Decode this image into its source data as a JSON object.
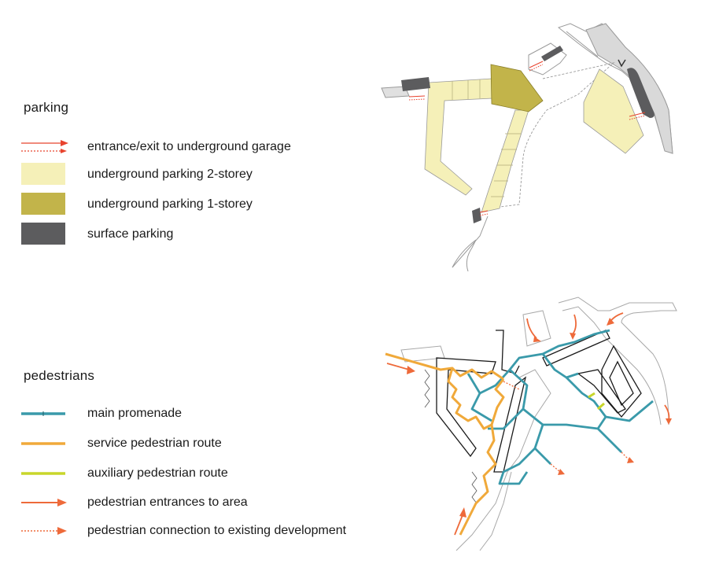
{
  "colors": {
    "arrow_red": "#e8432e",
    "ug_parking_2": "#f5f0b8",
    "ug_parking_1": "#c2b44a",
    "surface_parking": "#5c5c5e",
    "promenade": "#3a9aaa",
    "service_route": "#f0a93a",
    "auxiliary_route": "#c8d62a",
    "ped_entrance": "#ee6a3a",
    "plan_outline": "#9a9a9a"
  },
  "parking_legend": {
    "title": "parking",
    "items": [
      {
        "label": "entrance/exit to underground garage",
        "icon": "red-arrow-pair-icon"
      },
      {
        "label": "underground parking 2-storey",
        "icon": "pale-yellow-swatch"
      },
      {
        "label": "underground parking 1-storey",
        "icon": "olive-swatch"
      },
      {
        "label": "surface parking",
        "icon": "dark-grey-swatch"
      }
    ]
  },
  "pedestrian_legend": {
    "title": "pedestrians",
    "items": [
      {
        "label": "main promenade",
        "icon": "teal-line-icon"
      },
      {
        "label": "service pedestrian route",
        "icon": "orange-line-icon"
      },
      {
        "label": "auxiliary pedestrian route",
        "icon": "lime-line-icon"
      },
      {
        "label": "pedestrian entrances to area",
        "icon": "orange-arrow-icon"
      },
      {
        "label": "pedestrian connection to existing development",
        "icon": "dotted-orange-arrow-icon"
      }
    ]
  }
}
